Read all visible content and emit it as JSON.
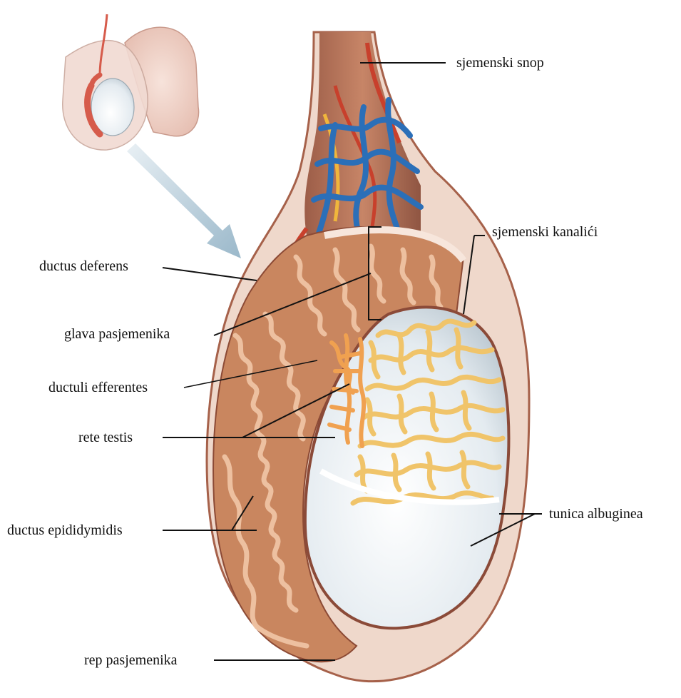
{
  "labels": {
    "spermatic_cord": "sjemenski snop",
    "seminiferous_tubules": "sjemenski kanalići",
    "ductus_deferens": "ductus deferens",
    "epididymis_head": "glava pasjemenika",
    "efferent_ductules": "ductuli efferentes",
    "rete_testis": "rete testis",
    "tunica_albuginea": "tunica albuginea",
    "ductus_epididymidis": "ductus epididymidis",
    "epididymis_tail": "rep pasjemenika"
  },
  "colors": {
    "background": "#ffffff",
    "outer_sheath": "#c98a6e",
    "tunica": "#f3ddd0",
    "epididymis": "#d99872",
    "epididymis_fold": "#e8b594",
    "tubules": "#f0c46a",
    "rete": "#f0a150",
    "testis_white": "#e9eef2",
    "vein": "#2b6fb8",
    "artery": "#c8402c",
    "arrow": "#a7c4d6",
    "leader_line": "#111111",
    "text": "#111111"
  }
}
